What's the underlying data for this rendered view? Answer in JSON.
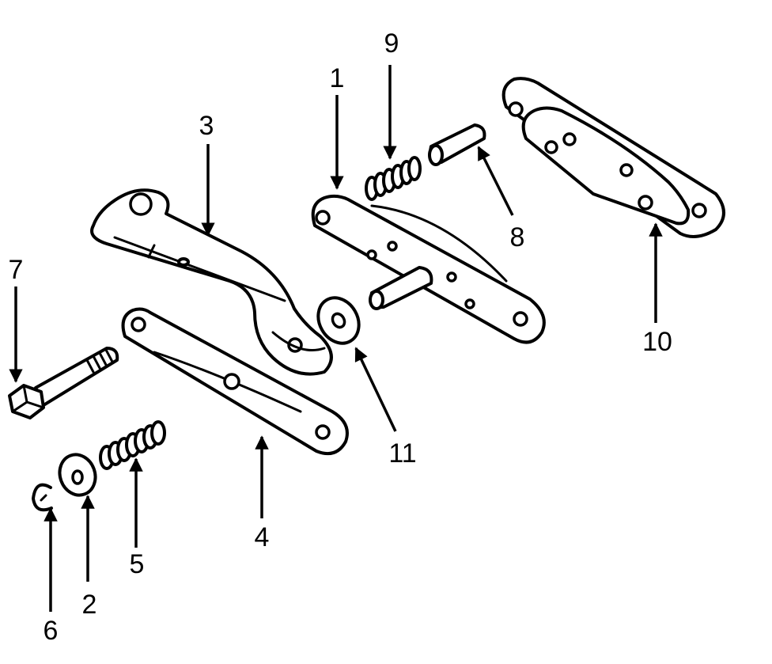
{
  "diagram": {
    "type": "exploded-parts-view",
    "callouts": [
      "1",
      "2",
      "3",
      "4",
      "5",
      "6",
      "7",
      "8",
      "9",
      "10",
      "11"
    ]
  },
  "colors": {
    "line": "#000000",
    "background": "#ffffff"
  }
}
